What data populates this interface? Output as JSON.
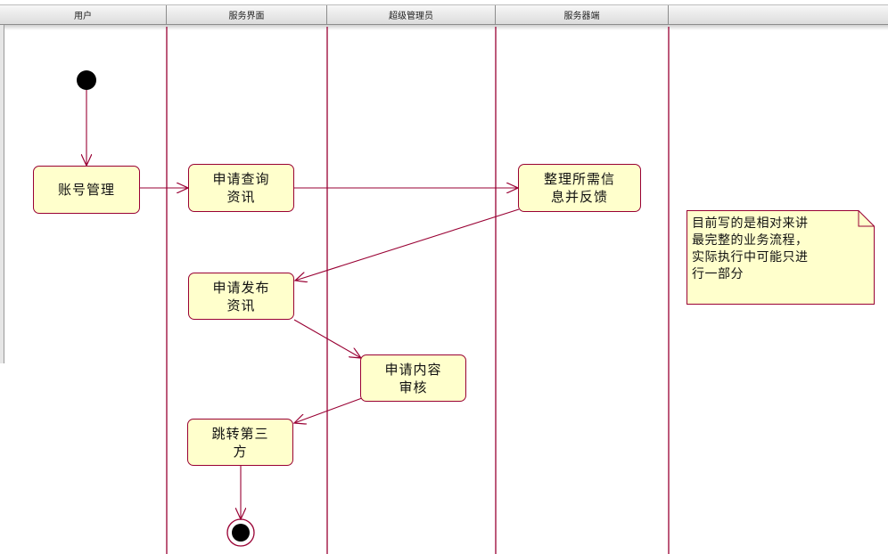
{
  "swimlanes": [
    {
      "label": "用户"
    },
    {
      "label": "服务界面"
    },
    {
      "label": "超级管理员"
    },
    {
      "label": "服务器端"
    },
    {
      "label": ""
    }
  ],
  "activities": {
    "account": "账号管理",
    "query": "申请查询\n资讯",
    "organize": "整理所需信\n息并反馈",
    "publish": "申请发布\n资讯",
    "review": "申请内容\n审核",
    "jump": "跳转第三\n方"
  },
  "note": {
    "text": "目前写的是相对来讲\n最完整的业务流程，\n实际执行中可能只进\n行一部分"
  },
  "colors": {
    "line": "#990033",
    "activity_fill": "#ffffcc",
    "node": "#000000"
  }
}
